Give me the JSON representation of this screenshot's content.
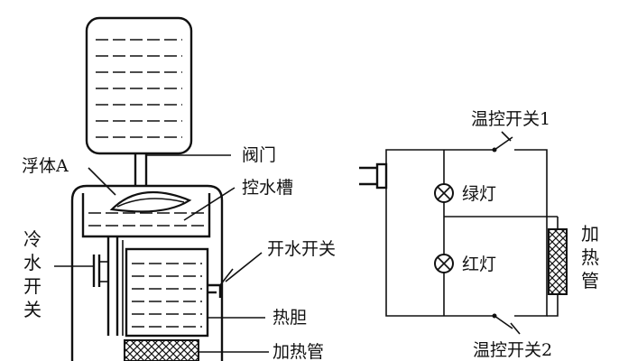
{
  "water_dispenser": {
    "label_float": "浮体A",
    "label_valve": "阀门",
    "label_control_tank": "控水槽",
    "label_boil_switch": "开水开关",
    "label_cold_switch": "冷水开关",
    "label_hot_tank": "热胆",
    "label_heater": "加热管"
  },
  "circuit": {
    "label_thermo_switch_1": "温控开关1",
    "label_thermo_switch_2": "温控开关2",
    "label_green_lamp": "绿灯",
    "label_red_lamp": "红灯",
    "label_heater": "加热管"
  },
  "colors": {
    "line": "#111111",
    "background": "#ffffff"
  }
}
